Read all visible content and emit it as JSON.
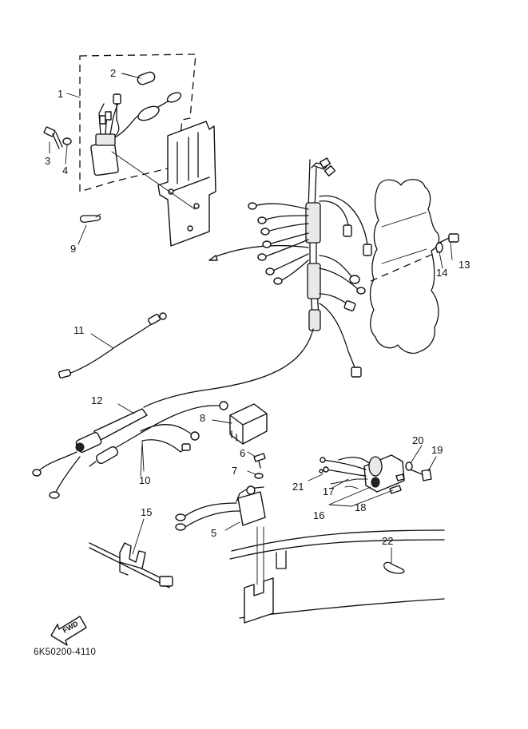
{
  "diagram_code": "6K50200-4110",
  "fwd_label": "FWD",
  "callouts": [
    {
      "id": "c1",
      "text": "1"
    },
    {
      "id": "c2",
      "text": "2"
    },
    {
      "id": "c3",
      "text": "3"
    },
    {
      "id": "c4",
      "text": "4"
    },
    {
      "id": "c5",
      "text": "5"
    },
    {
      "id": "c6",
      "text": "6"
    },
    {
      "id": "c7",
      "text": "7"
    },
    {
      "id": "c8",
      "text": "8"
    },
    {
      "id": "c9",
      "text": "9"
    },
    {
      "id": "c10",
      "text": "10"
    },
    {
      "id": "c11",
      "text": "11"
    },
    {
      "id": "c12",
      "text": "12"
    },
    {
      "id": "c13",
      "text": "13"
    },
    {
      "id": "c14",
      "text": "14"
    },
    {
      "id": "c15",
      "text": "15"
    },
    {
      "id": "c16",
      "text": "16"
    },
    {
      "id": "c17",
      "text": "17"
    },
    {
      "id": "c18",
      "text": "18"
    },
    {
      "id": "c19",
      "text": "19"
    },
    {
      "id": "c20",
      "text": "20"
    },
    {
      "id": "c21",
      "text": "21"
    },
    {
      "id": "c22",
      "text": "22"
    }
  ]
}
